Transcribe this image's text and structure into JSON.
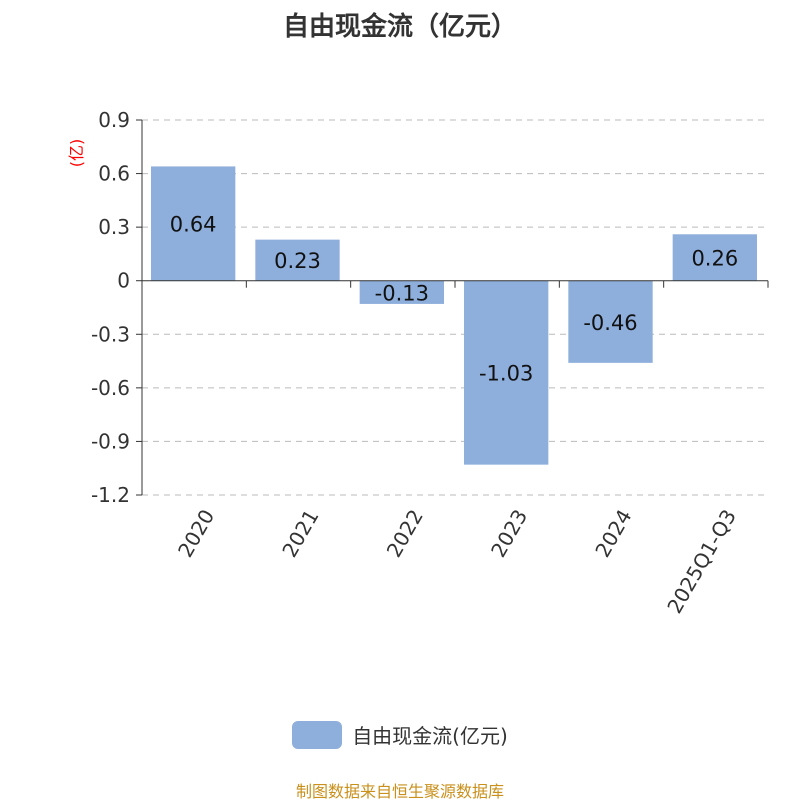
{
  "chart_data": {
    "type": "bar",
    "title": "自由现金流（亿元）",
    "ylabel": "(亿)",
    "xlabel": "",
    "categories": [
      "2020",
      "2021",
      "2022",
      "2023",
      "2024",
      "2025Q1-Q3"
    ],
    "series": [
      {
        "name": "自由现金流(亿元)",
        "values": [
          0.64,
          0.23,
          -0.13,
          -1.03,
          -0.46,
          0.26
        ]
      }
    ],
    "data_labels": [
      "0.64",
      "0.23",
      "-0.13",
      "-1.03",
      "-0.46",
      "0.26"
    ],
    "ylim": [
      -1.2,
      0.9
    ],
    "yticks": [
      "0.9",
      "0.6",
      "0.3",
      "0",
      "-0.3",
      "-0.6",
      "-0.9",
      "-1.2"
    ],
    "ytick_values": [
      0.9,
      0.6,
      0.3,
      0,
      -0.3,
      -0.6,
      -0.9,
      -1.2
    ],
    "grid": true,
    "legend": "bottom-center",
    "colors": {
      "bar": "#8eaedb",
      "ylabel": "#ff0000",
      "footer": "#c9901c"
    }
  },
  "footer": "制图数据来自恒生聚源数据库"
}
